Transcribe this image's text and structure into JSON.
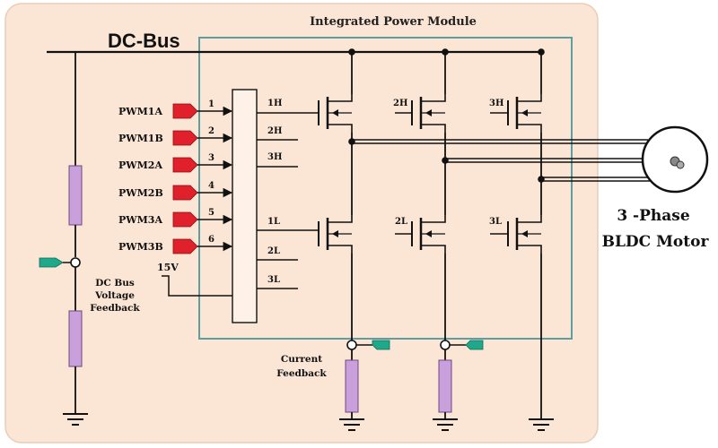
{
  "labels": {
    "module_title": "Integrated Power Module",
    "dc_bus": "DC-Bus",
    "pwm_inputs": [
      "PWM1A",
      "PWM1B",
      "PWM2A",
      "PWM2B",
      "PWM3A",
      "PWM3B"
    ],
    "pin_numbers": [
      "1",
      "2",
      "3",
      "4",
      "5",
      "6"
    ],
    "driver_outputs": [
      "1H",
      "2H",
      "3H",
      "1L",
      "2L",
      "3L"
    ],
    "supply_15v": "15V",
    "dc_bus_feedback": [
      "DC Bus",
      "Voltage",
      "Feedback"
    ],
    "current_feedback": [
      "Current",
      "Feedback"
    ],
    "switch_labels_high": [
      "2H",
      "3H"
    ],
    "switch_labels_low": [
      "2L",
      "3L"
    ],
    "motor_line1": "3 -Phase",
    "motor_line2": "BLDC Motor"
  },
  "colors": {
    "panel_bg": "#fbe5d4",
    "module_border": "#5f9ea0",
    "resistor_fill": "#c9a0dc",
    "pwm_tag": "#e0202a",
    "feedback_tag": "#1fa88a",
    "wire": "#111111"
  },
  "icons": {
    "pwm_connector": "red-arrow-tag",
    "feedback_connector": "green-arrow-tag",
    "ground": "ground-symbol",
    "motor": "motor-circle"
  }
}
